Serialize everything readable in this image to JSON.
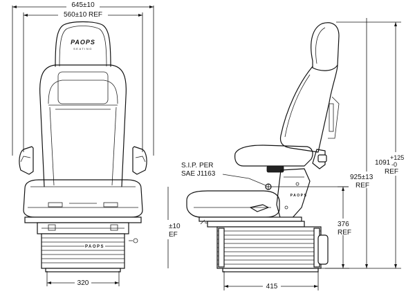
{
  "front_view": {
    "overall_width": "645±10",
    "back_width": "560±10 REF",
    "base_width": "320",
    "logo": "PAOPS",
    "logo_sub": "SEATING",
    "base_logo": "PAOPS"
  },
  "side_view": {
    "sip_line1": "S.I.P. PER",
    "sip_line2": "SAE J1163",
    "height_max": "1091",
    "height_tol_plus": "+125",
    "height_tol_minus": "-0",
    "height_ref": "REF",
    "sip_height": "925±13",
    "sip_height_ref": "REF",
    "cushion_height": "376",
    "cushion_height_ref": "REF",
    "partial_left_value": "±10",
    "partial_left_ref": "EF",
    "base_depth": "415",
    "side_logo": "PAOPS"
  }
}
